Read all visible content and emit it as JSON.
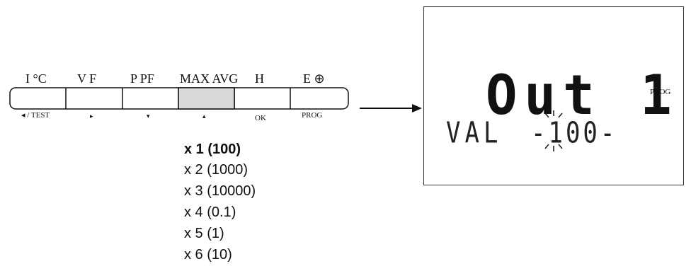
{
  "keypad": {
    "keys": [
      {
        "top": "I °C",
        "bottom": "◂ / TEST",
        "pressed": false
      },
      {
        "top": "V F",
        "bottom": "▸",
        "pressed": false
      },
      {
        "top": "P PF",
        "bottom": "▾",
        "pressed": false
      },
      {
        "top": "MAX AVG",
        "bottom": "▴",
        "pressed": true
      },
      {
        "top": "H",
        "bottom": "OK",
        "pressed": false
      },
      {
        "top": "E ⊕",
        "bottom": "PROG",
        "pressed": false
      }
    ],
    "pressed_fill": "#d9d9d9"
  },
  "multipliers": [
    "x 1 (100)",
    "x 2 (1000)",
    "x 3 (10000)",
    "x 4 (0.1)",
    "x 5 (1)",
    "x 6 (10)"
  ],
  "display": {
    "main_text": "Out 1",
    "prog_label": "PROG",
    "val_label": "VAL",
    "val_value": "-100-"
  }
}
